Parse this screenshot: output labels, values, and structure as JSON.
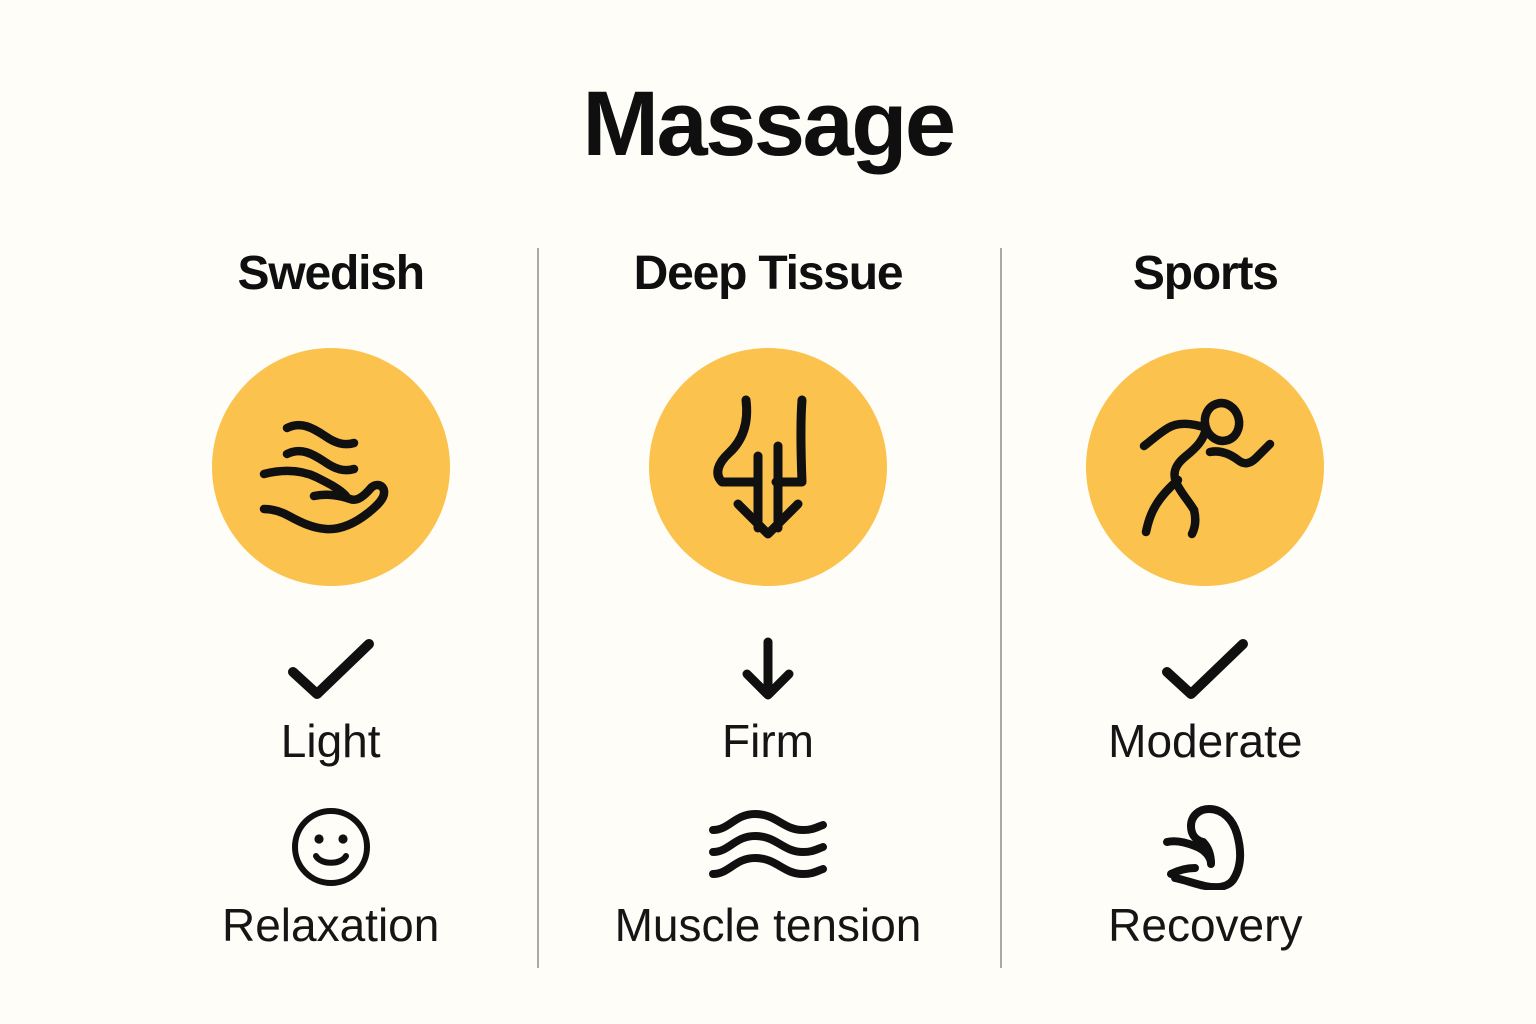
{
  "title": "Massage",
  "colors": {
    "background": "#FEFDF8",
    "badge_circle": "#FBC24E",
    "ink": "#111111",
    "divider": "#ABA9A5"
  },
  "columns": [
    {
      "name": "Swedish",
      "badge_icon": "hand-with-waves-icon",
      "pressure_icon": "check-icon",
      "pressure": "Light",
      "benefit_icon": "smiley-face-icon",
      "benefit": "Relaxation"
    },
    {
      "name": "Deep Tissue",
      "badge_icon": "downward-pressure-arrow-icon",
      "pressure_icon": "down-arrow-icon",
      "pressure": "Firm",
      "benefit_icon": "wavy-lines-icon",
      "benefit": "Muscle tension"
    },
    {
      "name": "Sports",
      "badge_icon": "running-person-icon",
      "pressure_icon": "check-icon",
      "pressure": "Moderate",
      "benefit_icon": "flexed-bicep-icon",
      "benefit": "Recovery"
    }
  ]
}
